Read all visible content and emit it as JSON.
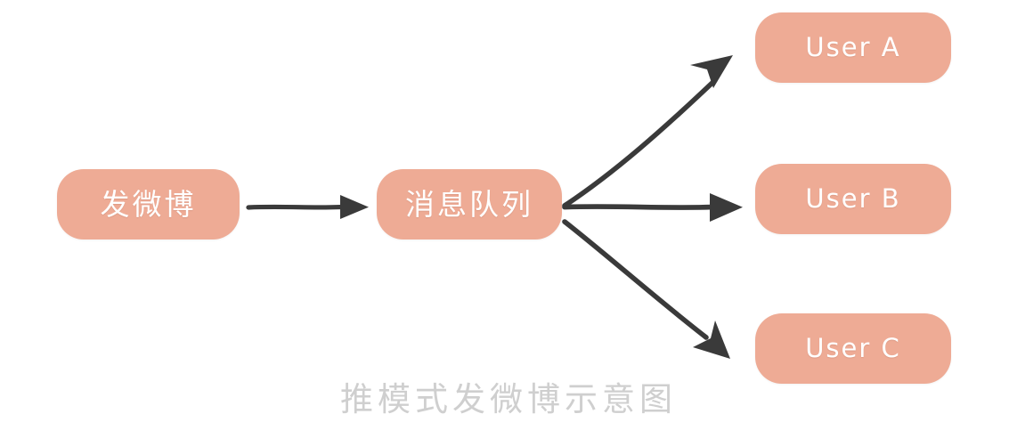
{
  "diagram": {
    "caption": "推模式发微博示意图",
    "colors": {
      "node_fill": "#eeab95",
      "node_text": "#ffffff",
      "edge": "#3a3a3a",
      "caption": "#cfcfcf",
      "background": "#ffffff"
    },
    "nodes": [
      {
        "id": "post-weibo",
        "label": "发微博",
        "script": "cn"
      },
      {
        "id": "message-queue",
        "label": "消息队列",
        "script": "cn"
      },
      {
        "id": "user-a",
        "label": "User A",
        "script": "en"
      },
      {
        "id": "user-b",
        "label": "User B",
        "script": "en"
      },
      {
        "id": "user-c",
        "label": "User C",
        "script": "en"
      }
    ],
    "edges": [
      {
        "id": "post-to-queue",
        "from": "发微博",
        "to": "消息队列"
      },
      {
        "id": "queue-to-user-a",
        "from": "消息队列",
        "to": "User A"
      },
      {
        "id": "queue-to-user-b",
        "from": "消息队列",
        "to": "User B"
      },
      {
        "id": "queue-to-user-c",
        "from": "消息队列",
        "to": "User C"
      }
    ]
  }
}
